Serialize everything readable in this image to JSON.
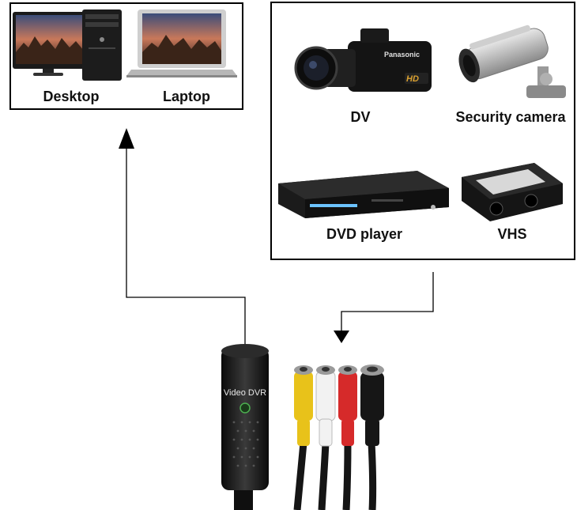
{
  "computers": {
    "desktop_label": "Desktop",
    "laptop_label": "Laptop"
  },
  "sources": {
    "dv_label": "DV",
    "security_label": "Security camera",
    "dvd_label": "DVD player",
    "vhs_label": "VHS"
  },
  "device": {
    "dongle_text": "Video DVR",
    "camcorder_brand": "Panasonic",
    "camcorder_badge": "HD"
  }
}
